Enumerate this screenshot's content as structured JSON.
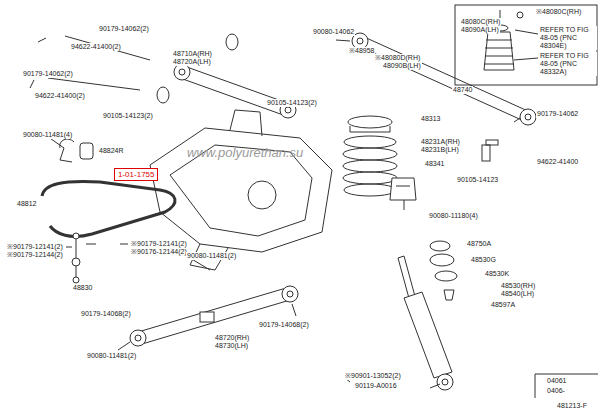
{
  "diagram": {
    "nodes": [
      {
        "text": [
          "1-01-1755"
        ]
      }
    ],
    "labels": [
      "90179-14062(2)",
      "94622-41400(2)",
      "48710A(RH)",
      "48720A(LH)",
      "90179-14062(2)",
      "94622-41400(2)",
      "90105-14123(2)",
      "90105-14123(2)",
      "90080-11481(4)",
      "48824R",
      "48812",
      "※90179-12141(2)",
      "※90179-12144(2)",
      "※90179-12141(2)",
      "※90176-12144(2)",
      "48830",
      "90080-11481(2)",
      "90179-14068(2)",
      "48720(RH)",
      "48730(LH)",
      "90179-14068(2)",
      "90080-11481(2)",
      "90080-14062",
      "※48958",
      "※48080D(RH)",
      "48090B(LH)",
      "※48080C(RH)",
      "48080C(RH)",
      "48090A(LH)",
      "REFER TO FIG 48-05 (PNC 48304E)",
      "REFER TO FIG 48-05 (PNC 48332A)",
      "48740",
      "48313",
      "48231A(RH)",
      "48231B(LH)",
      "48341",
      "90179-14062",
      "90105-14123",
      "94622-41400",
      "90080-11180(4)",
      "48750A",
      "48530G",
      "48530K",
      "48530(RH)",
      "48540(LH)",
      "48597A",
      "※90901-13052(2)",
      "90119-A0016",
      "04061",
      "0406-",
      "481213-F",
      "www.polyurethan.su"
    ]
  }
}
